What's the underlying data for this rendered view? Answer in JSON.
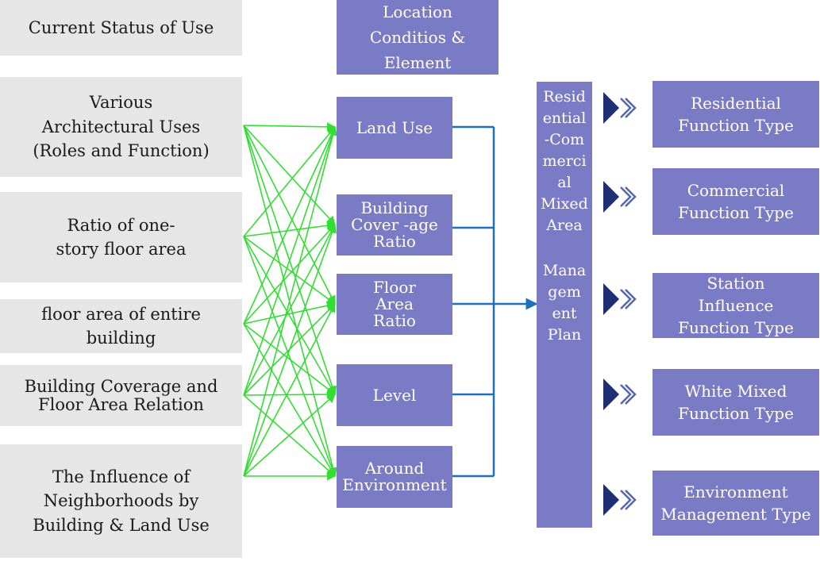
{
  "left_column": {
    "header": "Current Status of Use",
    "items": [
      "Various Architectural Uses (Roles and Function)",
      "Ratio of one-story floor area",
      "floor area of entire building",
      "Building Coverage and Floor Area Relation",
      "The Influence of Neighborhoods by Building & Land Use"
    ]
  },
  "middle_column": {
    "header": "Location Conditios & Element",
    "items": [
      "Land Use",
      "Building Cover -age Ratio",
      "Floor Area Ratio",
      "Level",
      "Around Environment"
    ]
  },
  "center_block": {
    "lines_top": [
      "Resid",
      "ential",
      "-Com",
      "merci",
      "al",
      "Mixed",
      "Area"
    ],
    "lines_bottom": [
      "Mana",
      "gem",
      "ent",
      "Plan"
    ]
  },
  "right_column": {
    "items": [
      "Residential Function Type",
      "Commercial Function Type",
      "Station Influence Function Type",
      "White Mixed Function Type",
      "Environment Management Type"
    ]
  },
  "colors": {
    "gray_box": "#e6e6e6",
    "purple_box": "#7b7bc5",
    "arrow_green": "#33dd33",
    "connector_blue": "#1f6fbf",
    "chevron_dark": "#1e2f73"
  }
}
